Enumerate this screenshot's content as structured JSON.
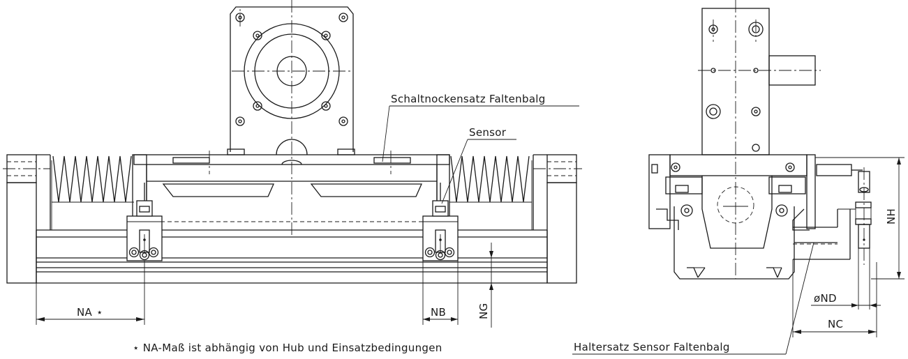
{
  "labels": {
    "cam_set": "Schaltnockensatz Faltenbalg",
    "sensor": "Sensor",
    "holder_set": "Haltersatz Sensor Faltenbalg"
  },
  "dimensions": {
    "na": "NA",
    "na_star": "⋆",
    "nb": "NB",
    "ng": "NG",
    "nh": "NH",
    "nd": "øND",
    "nc": "NC"
  },
  "footnote": "⋆ NA-Maß ist abhängig von Hub und Einsatzbedingungen"
}
